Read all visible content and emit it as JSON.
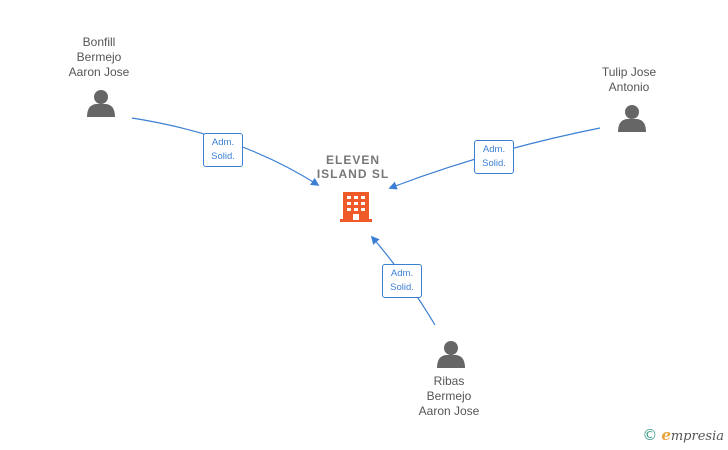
{
  "company": {
    "name_line1": "ELEVEN",
    "name_line2": "ISLAND SL",
    "icon": "building-icon",
    "color": "#f05a28"
  },
  "people": [
    {
      "id": "bonfill",
      "lines": [
        "Bonfill",
        "Bermejo",
        "Aaron Jose"
      ],
      "icon": "person-icon"
    },
    {
      "id": "tulip",
      "lines": [
        "Tulip Jose",
        "Antonio"
      ],
      "icon": "person-icon"
    },
    {
      "id": "ribas",
      "lines": [
        "Ribas",
        "Bermejo",
        "Aaron Jose"
      ],
      "icon": "person-icon"
    }
  ],
  "relations": [
    {
      "from": "bonfill",
      "role_line1": "Adm.",
      "role_line2": "Solid."
    },
    {
      "from": "tulip",
      "role_line1": "Adm.",
      "role_line2": "Solid."
    },
    {
      "from": "ribas",
      "role_line1": "Adm.",
      "role_line2": "Solid."
    }
  ],
  "colors": {
    "edge": "#3b7fd4",
    "person_icon": "#666666"
  },
  "brand": {
    "copyright": "©",
    "initial": "e",
    "rest": "mpresia"
  }
}
